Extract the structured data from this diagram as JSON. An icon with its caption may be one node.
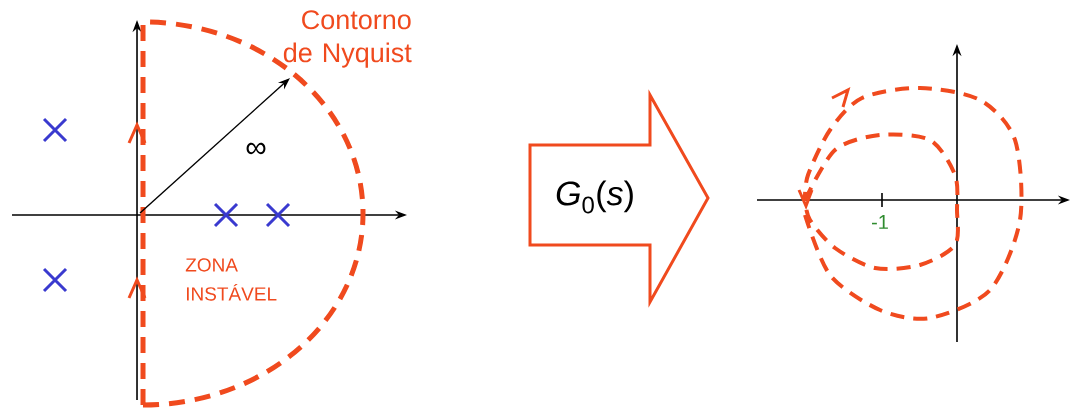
{
  "diagram": {
    "nodes": [
      {
        "text": [
          "*G*$_{0}$(*s*)"
        ]
      }
    ],
    "labels": [
      "Contorno de Nyquist",
      "∞",
      "ZONA INSTÁVEL",
      "-1"
    ]
  }
}
